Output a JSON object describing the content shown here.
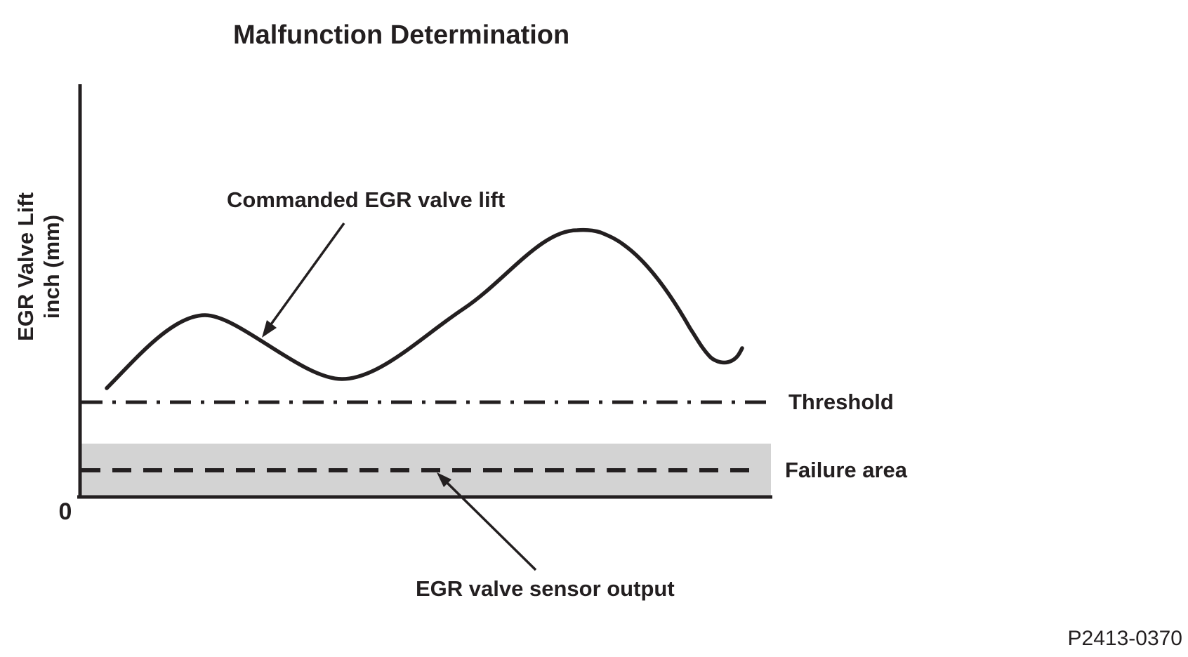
{
  "title": "Malfunction Determination",
  "y_axis": {
    "label_line1": "EGR Valve Lift",
    "label_line2": "inch (mm)",
    "origin_label": "0"
  },
  "annotations": {
    "commanded_curve_label": "Commanded EGR valve lift",
    "threshold_label": "Threshold",
    "failure_area_label": "Failure area",
    "sensor_output_label": "EGR valve sensor output"
  },
  "figure_id": "P2413-0370",
  "colors": {
    "line": "#231f20",
    "failure_band": "#d3d3d3",
    "background": "#ffffff"
  },
  "chart_data": {
    "type": "line",
    "title": "Malfunction Determination",
    "xlabel": "",
    "ylabel": "EGR Valve Lift inch (mm)",
    "x_axis_ticks": [],
    "y_axis_ticks": [
      "0"
    ],
    "grid": false,
    "legend_position": "none",
    "axis_range_note": "conceptual diagram; values normalized 0-1 of axis height",
    "series": [
      {
        "name": "Commanded EGR valve lift",
        "style": "solid curve",
        "x_norm": [
          0.041,
          0.181,
          0.262,
          0.37,
          0.455,
          0.556,
          0.629,
          0.723,
          0.752,
          0.786,
          0.883,
          0.929,
          0.956
        ],
        "y_norm": [
          0.265,
          0.443,
          0.385,
          0.287,
          0.347,
          0.458,
          0.58,
          0.65,
          0.646,
          0.615,
          0.41,
          0.325,
          0.362
        ]
      },
      {
        "name": "EGR valve sensor output",
        "style": "dashed horizontal line",
        "value_norm": 0.065
      }
    ],
    "reference_lines": [
      {
        "name": "Threshold",
        "style": "dash-dot horizontal line",
        "value_norm": 0.231
      }
    ],
    "regions": [
      {
        "name": "Failure area",
        "style": "gray shaded band",
        "from_norm": 0.0,
        "to_norm": 0.13
      }
    ]
  }
}
